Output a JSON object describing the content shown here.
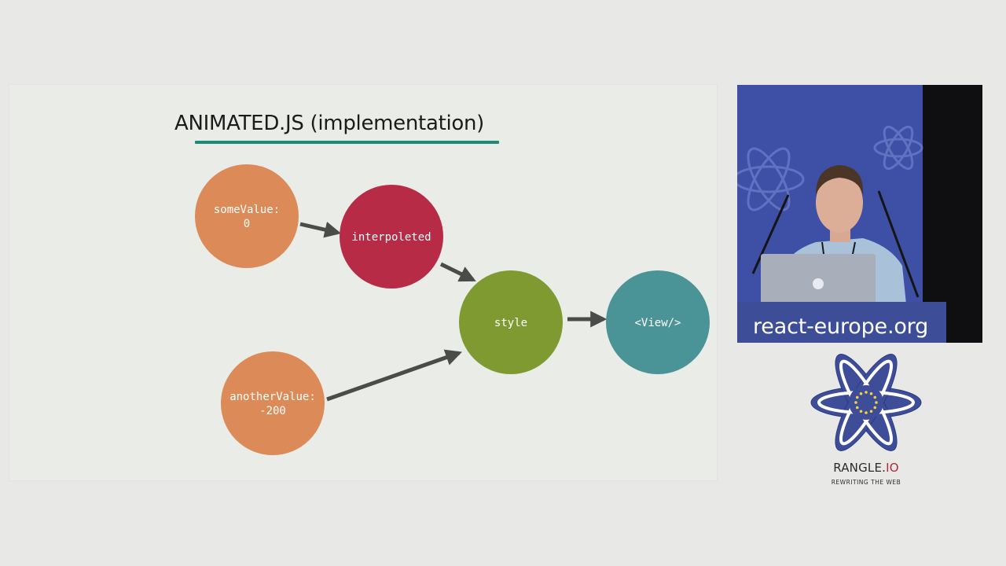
{
  "slide": {
    "title": "ANIMATED.JS (implementation)",
    "accent_color": "#1f8a77"
  },
  "diagram": {
    "nodes": [
      {
        "id": "someValue",
        "lines": [
          "someValue:",
          "0"
        ],
        "color": "#dc8a57"
      },
      {
        "id": "interpoleted",
        "lines": [
          "interpoleted"
        ],
        "color": "#b72b47"
      },
      {
        "id": "style",
        "lines": [
          "style"
        ],
        "color": "#7e9a30"
      },
      {
        "id": "view",
        "lines": [
          "<View/>"
        ],
        "color": "#4a9397"
      },
      {
        "id": "anotherValue",
        "lines": [
          "anotherValue:",
          "-200"
        ],
        "color": "#dc8a57"
      }
    ],
    "edges": [
      {
        "from": "someValue",
        "to": "interpoleted"
      },
      {
        "from": "interpoleted",
        "to": "style"
      },
      {
        "from": "anotherValue",
        "to": "style"
      },
      {
        "from": "style",
        "to": "view"
      }
    ],
    "arrow_color": "#4a4c4a"
  },
  "video": {
    "banner_text": "react-europe.org",
    "banner_color": "#3d4d98"
  },
  "sponsor": {
    "name_main": "RANGLE.",
    "name_suffix": "IO",
    "tagline": "REWRITING THE WEB",
    "logo": "atom-with-eu-stars-icon"
  }
}
